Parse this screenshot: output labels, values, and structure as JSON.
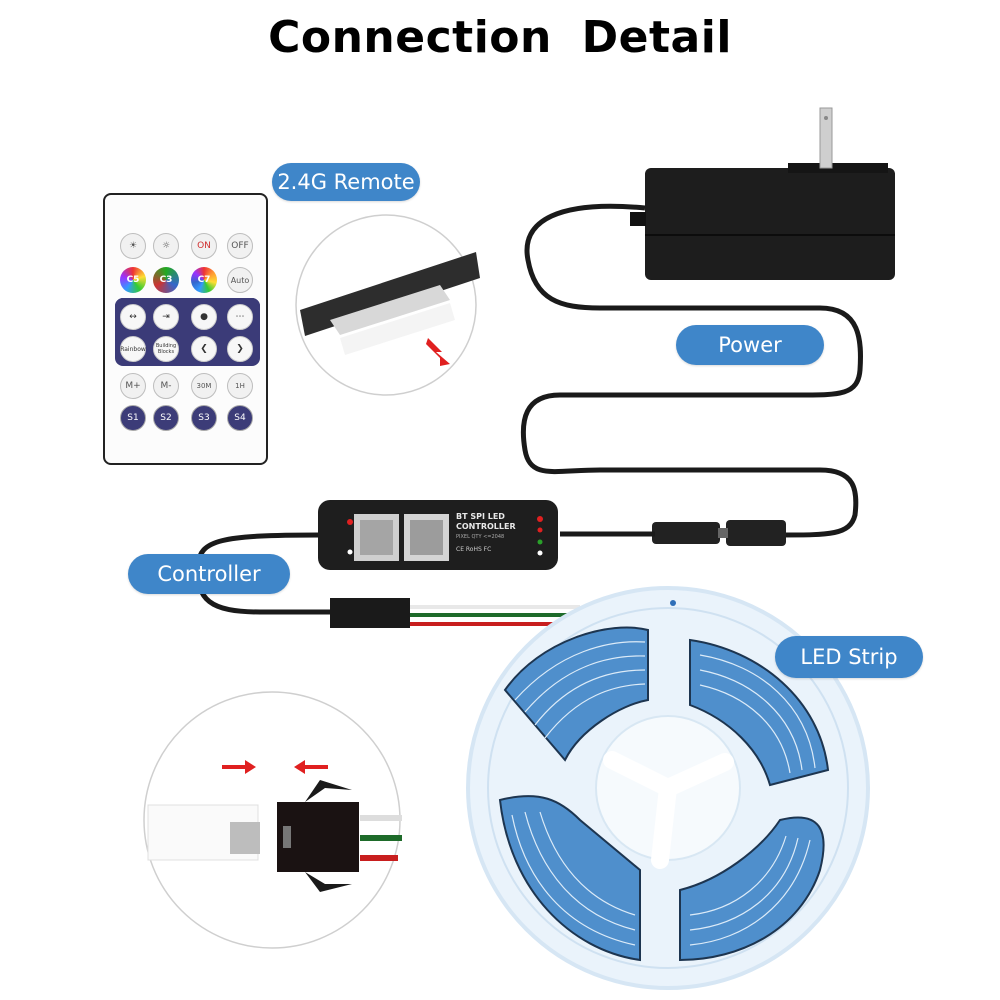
{
  "title": "Connection  Detail",
  "labels": {
    "remote": "2.4G Remote",
    "power": "Power",
    "controller": "Controller",
    "led_strip": "LED Strip"
  },
  "remote": {
    "rows": [
      [
        "brightness-up",
        "brightness-down",
        "ON",
        "OFF"
      ],
      [
        "C5",
        "C3",
        "C7",
        "Auto"
      ],
      [
        "mode-1",
        "mode-2",
        "mode-3",
        "mode-4"
      ],
      [
        "Rainbow",
        "Building Blocks",
        "left",
        "right"
      ],
      [
        "M+",
        "M-",
        "30M",
        "1H"
      ],
      [
        "S1",
        "S2",
        "S3",
        "S4"
      ]
    ]
  },
  "controller": {
    "line1": "BT SPI LED",
    "line2": "CONTROLLER",
    "line3": "PIXEL QTY <=2048",
    "certs": "CE  RoHS  FC"
  },
  "colors": {
    "pill": "#3f86c9",
    "cable": "#1a1a1a",
    "arrow": "#e02020",
    "strip_blue": "#4a90d0",
    "remote_purple": "#3b3b78"
  }
}
